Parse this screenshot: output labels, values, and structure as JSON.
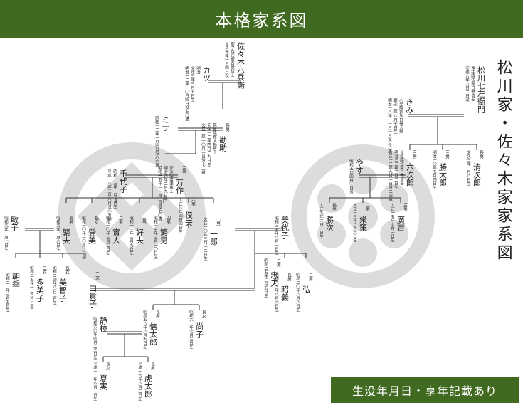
{
  "header": {
    "title": "本格家系図"
  },
  "badge": {
    "label": "生没年月日・享年記載あり"
  },
  "tree_title": "松川家・佐々木家家系図",
  "persons": [
    {
      "id": "sasaki-rokubei",
      "name": "佐々木六兵衛",
      "relation": "",
      "note": "慶了院法敬自覚信士\n文久元年一月四日没"
    },
    {
      "id": "katsu",
      "name": "カツ",
      "relation": "",
      "note": "明治\n文政三年三月五日生\n明治一二年一〇月四日没五〇歳"
    },
    {
      "id": "katsusuke",
      "name": "勘助",
      "relation": "長男",
      "note": "慈恩院釋大勘居士\n天保一二年四月二九日生\n大正二年一〇月一日没七二歳"
    },
    {
      "id": "misa",
      "name": "ミサ",
      "relation": "",
      "note": "昭和一二年一月四日没八六歳"
    },
    {
      "id": "mansaku",
      "name": "万作",
      "relation": "三男",
      "note": "安永院盛運居士\n明治四年二月九日生\n昭和一五年一一月三日没七〇歳"
    },
    {
      "id": "chiyoko",
      "name": "千代子",
      "relation": "",
      "note": "昭和一五年一月一日生\n平成一八年三月八日没八五歳"
    },
    {
      "id": "shunsuke",
      "name": "俊夫",
      "relation": "六男",
      "note": "大正八年四月四日生"
    },
    {
      "id": "ichiro",
      "name": "一郎",
      "relation": "七男",
      "note": "大正一〇年三月一二日生"
    },
    {
      "id": "toshiko",
      "name": "敏子",
      "relation": "",
      "note": "昭和九年一月七日生"
    },
    {
      "id": "shigeo",
      "name": "繁夫",
      "relation": "長男",
      "note": "昭和九年一月八日生"
    },
    {
      "id": "tomi",
      "name": "登美",
      "relation": "長女",
      "note": "昭和一〇年一〇月八日生"
    },
    {
      "id": "jitsuto",
      "name": "實人",
      "relation": "二男",
      "note": "昭和一〇年三月二日生"
    },
    {
      "id": "yoshio",
      "name": "好夫",
      "relation": "三男",
      "note": "昭和一三年三月九日生"
    },
    {
      "id": "shigeo2",
      "name": "繁男",
      "relation": "四男",
      "note": "昭和一五年三月一〇日生"
    },
    {
      "id": "miyoko",
      "name": "美代子",
      "relation": "",
      "note": "昭和三五年八月一日生"
    },
    {
      "id": "akiyoshi",
      "name": "昭義",
      "relation": "長男",
      "note": "昭和六二年八月六日生"
    },
    {
      "id": "hiroshi",
      "name": "弘",
      "relation": "二男",
      "note": "昭和二〇年八月八日生"
    },
    {
      "id": "tadao",
      "name": "忠夫",
      "relation": "二男",
      "note": "昭和二五年三月五日生"
    },
    {
      "id": "asaki",
      "name": "朝季",
      "relation": "",
      "note": "昭和二二年三月五日生"
    },
    {
      "id": "yoshiko",
      "name": "多美子",
      "relation": "二女",
      "note": "昭和二五年一二月三日生"
    },
    {
      "id": "michiko",
      "name": "美智子",
      "relation": "長女",
      "note": "昭和二四年八月三日生"
    },
    {
      "id": "yukiko",
      "name": "由貴子",
      "relation": "二女",
      "note": ""
    },
    {
      "id": "nobutaro",
      "name": "信太郎",
      "relation": "長男",
      "note": "昭和五八年八月九日生"
    },
    {
      "id": "naoko",
      "name": "尚子",
      "relation": "長女",
      "note": "昭和六二年七月五日生"
    },
    {
      "id": "shizue",
      "name": "静枝",
      "relation": "",
      "note": "昭和六〇年四月二三日生"
    },
    {
      "id": "natsumi",
      "name": "夏実",
      "relation": "長女",
      "note": "平成一二年八月一日生"
    },
    {
      "id": "toratarou",
      "name": "虎太郎",
      "relation": "長男",
      "note": "平成一六年八月二日生"
    },
    {
      "id": "matsukawa-shichizaemon",
      "name": "松川七左衛門",
      "relation": "",
      "note": "浄往院法運日誉信士\n安政六年九月二日没"
    },
    {
      "id": "kimi",
      "name": "きみ",
      "relation": "",
      "note": "心光院妙法日信大姉\n嘉永二年八月七日生\n明治一八年一一月一日没三八歳"
    },
    {
      "id": "seijiro",
      "name": "清次郎",
      "relation": "長男",
      "note": "文久三年二月八日生"
    },
    {
      "id": "katsutaro",
      "name": "勝太郎",
      "relation": "三男",
      "note": "明治一〇年五月四日生"
    },
    {
      "id": "rokujiro",
      "name": "六次郎",
      "relation": "三男",
      "note": "是信院法秀日誉信士\n明治三二年三月二日生\n大正一二年九月一日没二四歳"
    },
    {
      "id": "yasu",
      "name": "やす",
      "relation": "",
      "note": "昭和五年四月一日没"
    },
    {
      "id": "katsuji",
      "name": "勝次",
      "relation": "長男",
      "note": "大正九年六月一日生"
    },
    {
      "id": "eisaku",
      "name": "栄策",
      "relation": "二男",
      "note": "大正一三年八月六日生"
    },
    {
      "id": "hirokichi",
      "name": "廣吉",
      "relation": "三男",
      "note": "大正一五年七月一日生"
    }
  ],
  "colors": {
    "brand": "#3f6a1f",
    "watermark": "#dcdcdc",
    "line": "#333333"
  }
}
